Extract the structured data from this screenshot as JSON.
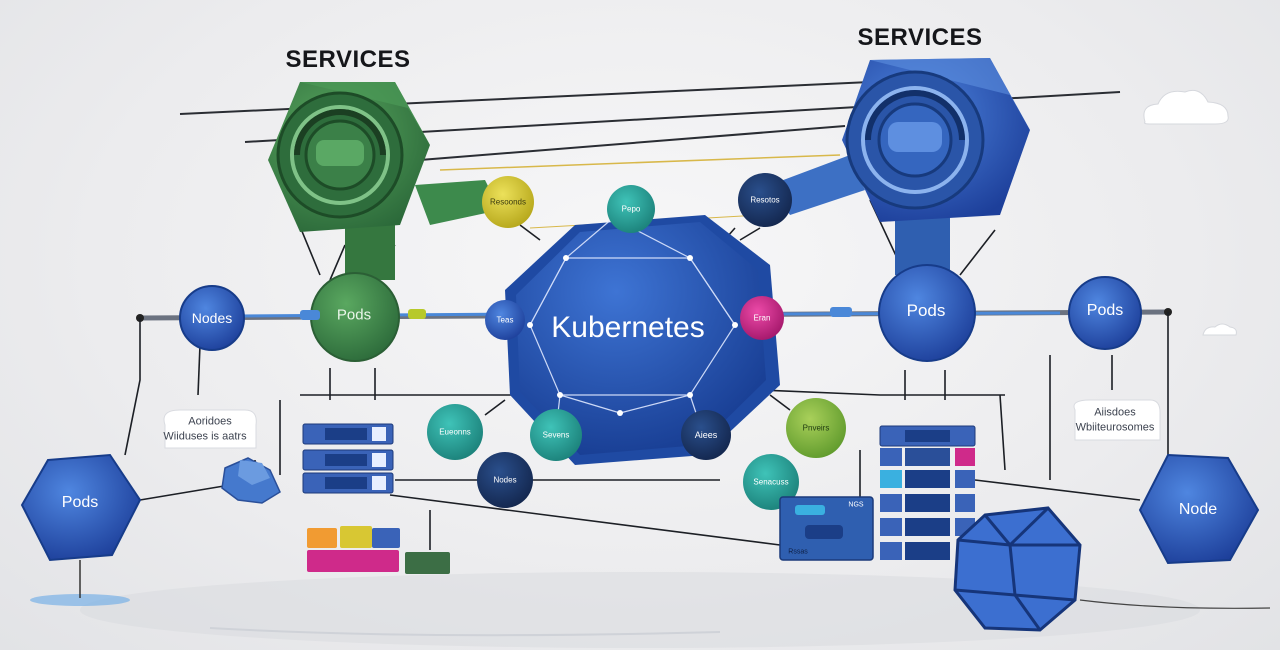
{
  "titles": {
    "services_left": "SERVICES",
    "services_right": "SERVICES"
  },
  "center": {
    "label": "Kubernetes"
  },
  "hubs": {
    "pods_left": "Pods",
    "pods_right": "Pods"
  },
  "nodes": {
    "nodes_left": "Nodes",
    "pods_far_right": "Pods",
    "pods_bottom_left": "Pods",
    "node_bottom_right": "Node"
  },
  "small_nodes": {
    "yellow_top": "Resoonds",
    "teal_top": "Pepo",
    "navy_top_right": "Resotos",
    "blue_left_of_center": "Teas",
    "magenta_right_of_center": "Eran",
    "teal_left": "Eueonns",
    "teal_bottom": "Sevens",
    "navy_bottom_right": "Aiees",
    "green_right": "Pnveirs",
    "teal_lower_right": "Senacuss",
    "navy_lower_left": "Nodes"
  },
  "notes": {
    "left_line1": "Aoridoes",
    "left_line2": "Wiiduses is aatrs",
    "right_line1": "Aiisdoes",
    "right_line2": "Wbiiteurosomes"
  },
  "panel": {
    "top_label": "NGS",
    "bottom_label": "Rssas"
  },
  "colors": {
    "primary_blue": "#2f5bb5",
    "green": "#3e8e4e",
    "teal": "#27a6a0",
    "yellow": "#d6c72a",
    "magenta": "#d3218c",
    "navy": "#1f3f7a"
  }
}
